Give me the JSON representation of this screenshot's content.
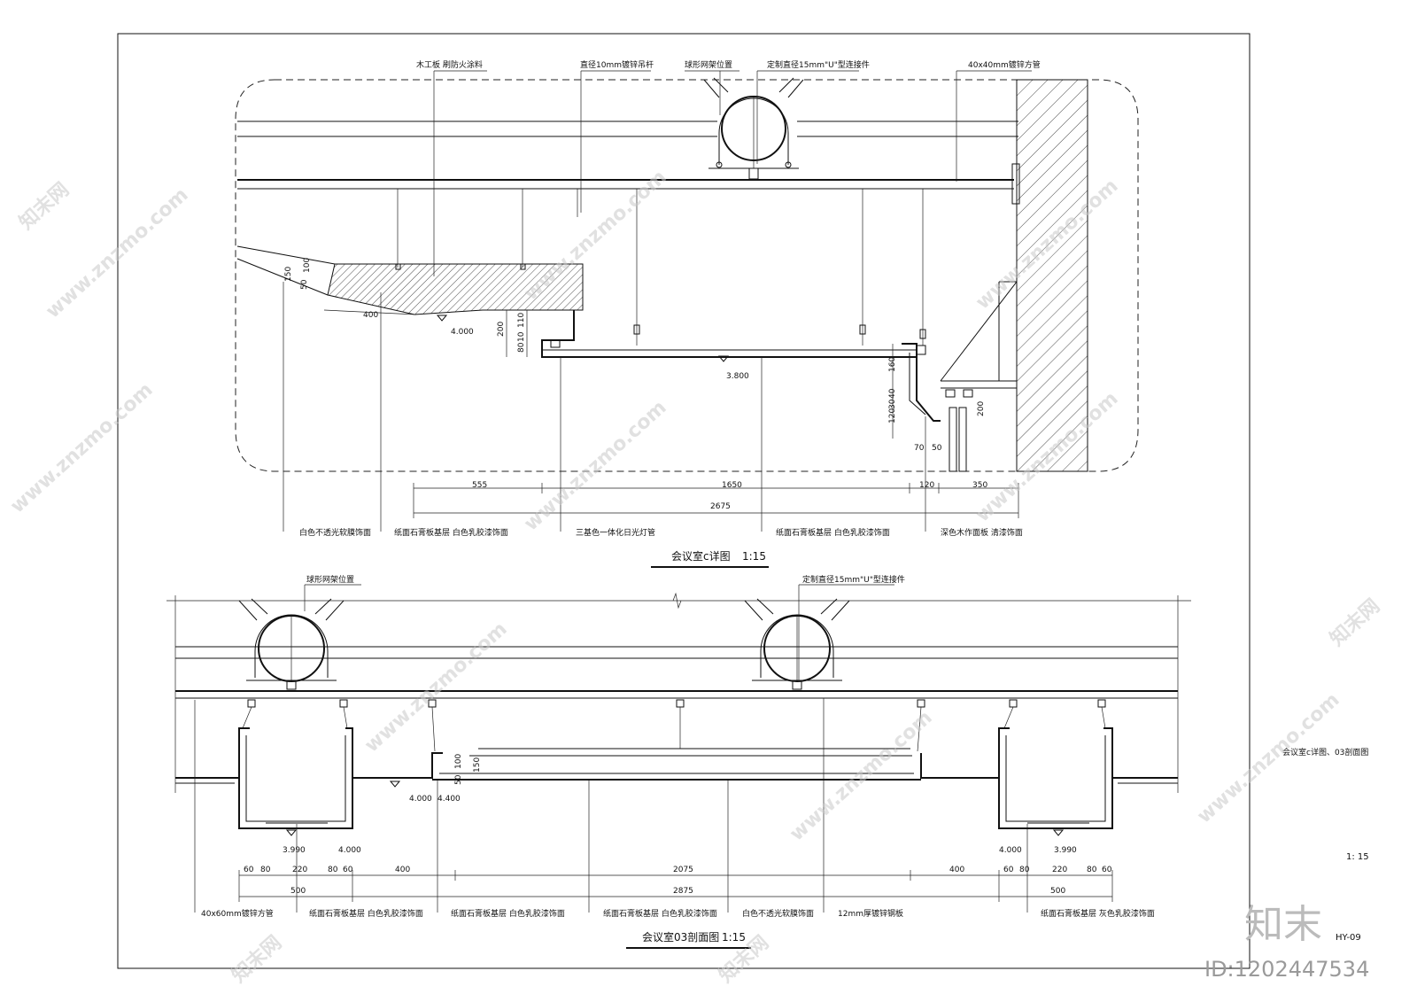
{
  "detail_c": {
    "title": "会议室c详图",
    "scale": "1:15",
    "callouts_top": [
      "木工板  刷防火涂料",
      "直径10mm镀锌吊杆",
      "球形网架位置",
      "定制直径15mm\"U\"型连接件",
      "40x40mm镀锌方管"
    ],
    "callouts_bottom": [
      "白色不透光软膜饰面",
      "纸面石膏板基层  白色乳胶漆饰面",
      "三基色一体化日光灯管",
      "纸面石膏板基层  白色乳胶漆饰面",
      "深色木作面板  清漆饰面"
    ],
    "dims_horizontal_row1": [
      "555",
      "1650",
      "120",
      "350"
    ],
    "dims_horizontal_row2": [
      "2675"
    ],
    "dims_left": [
      "150",
      "100",
      "50",
      "400"
    ],
    "dims_mid": [
      "200",
      "110",
      "10",
      "80"
    ],
    "dims_right": [
      "160",
      "40",
      "30",
      "120",
      "70",
      "50",
      "200"
    ],
    "elevations": [
      "4.000",
      "3.800"
    ]
  },
  "section_03": {
    "title": "会议室03剖面图",
    "scale": "1:15",
    "callouts_top": [
      "球形网架位置",
      "定制直径15mm\"U\"型连接件"
    ],
    "callouts_bottom": [
      "40x60mm镀锌方管",
      "纸面石膏板基层  白色乳胶漆饰面",
      "纸面石膏板基层  白色乳胶漆饰面",
      "纸面石膏板基层  白色乳胶漆饰面",
      "白色不透光软膜饰面",
      "12mm厚镀锌钢板",
      "纸面石膏板基层  灰色乳胶漆饰面"
    ],
    "dims_left_row1": [
      "60",
      "80",
      "220",
      "80",
      "60",
      "400"
    ],
    "dims_right_row1": [
      "400",
      "60",
      "80",
      "220",
      "80",
      "60"
    ],
    "dims_center_row1": "2075",
    "dims_row2": [
      "500",
      "2875",
      "500"
    ],
    "dims_mid": [
      "100",
      "150",
      "50"
    ],
    "elevations_left": [
      "4.000",
      "4.400",
      "3.990",
      "4.000"
    ],
    "elevations_right": [
      "4.000",
      "3.990"
    ]
  },
  "sidebar": {
    "drawing_name": "会议室c详图、03剖面图",
    "scale": "1: 15",
    "sheet_no": "HY-09"
  },
  "watermark": {
    "site": "www.znzmo.com",
    "brand": "知末网",
    "logo": "知末",
    "id": "ID:1202447534"
  }
}
